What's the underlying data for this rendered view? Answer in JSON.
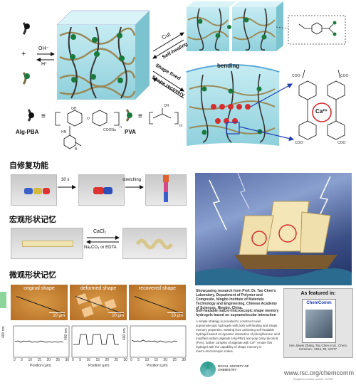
{
  "scheme": {
    "oh_label": "OH⁻",
    "h_label": "H⁺",
    "cut_label": "Cut",
    "selfheal_label": "Self-healing",
    "shape_fixed_label": "Shape fixed",
    "shape_recovery_label": "Shape recovery",
    "bending_label": "bending",
    "alg_pba_label": "Alg-PBA",
    "pva_label": "PVA",
    "ca_label": "Ca²⁺",
    "coo_label": "COO⁻",
    "oh_group": "OH",
    "o_group": "O",
    "hn_group": "HN",
    "b_group": "B",
    "coona_group": "COONa",
    "n_sub": "n",
    "m_sub": "m",
    "equiv": "≡",
    "plus": "+"
  },
  "self_repair": {
    "heading": "自修复功能",
    "arrow1": "30 s",
    "arrow2": "stretching"
  },
  "macro_memory": {
    "heading": "宏观形状记忆",
    "top": "CaCl₂",
    "bottom": "Na₂CO₃ or  EDTA"
  },
  "micro_memory": {
    "heading": "微观形状记忆",
    "panels": [
      "original shape",
      "deformed shape",
      "recovered shape"
    ],
    "scale": "10 μm",
    "ylabel": "400 nm",
    "xlabel": "Position (μm)",
    "ticks": [
      "0",
      "5",
      "10",
      "15",
      "20",
      "25",
      "30"
    ]
  },
  "cover": {
    "caption_title": "Showcasing research from Prof. Dr. Tao Chen's Laboratory, Department of Polymer and Composite, Ningbo Institute of Materials Technology and Engineering, Chinese Academy of Sciences, Ningbo, China.",
    "caption_sub": "Self-healable macro-/microscopic shape memory hydrogels based on supramolecular interaction",
    "caption_body": "A simple strategy is provided to construct novel supramolecular hydrogels with both self-healing and shape memory properties. Starting from achieving self-healable hydrogel based on dynamic interaction of phenylboronic acid modified sodium alginate (Alg-PBA) and poly (vinyl alcohol) (PVA), further complex of alginate with Ca²⁺ render this hydrogel with the capability of shape memory in macro-/microscopic scales.",
    "featured": "As featured in:",
    "journal": "ChemComm",
    "cite": "See Jiawei Zhang, Tao Chen et al., Chem. Commun., 2014, 50, 12277.",
    "rsc": "ROYAL SOCIETY OF CHEMISTRY",
    "url": "www.rsc.org/chemcomm",
    "reg": "Registered charity number: 207890"
  },
  "colors": {
    "gel": "#a9dde6",
    "bead": "#1a7a3c",
    "bead_red": "#d52d2d",
    "accent_blue": "#1f3fb6"
  }
}
